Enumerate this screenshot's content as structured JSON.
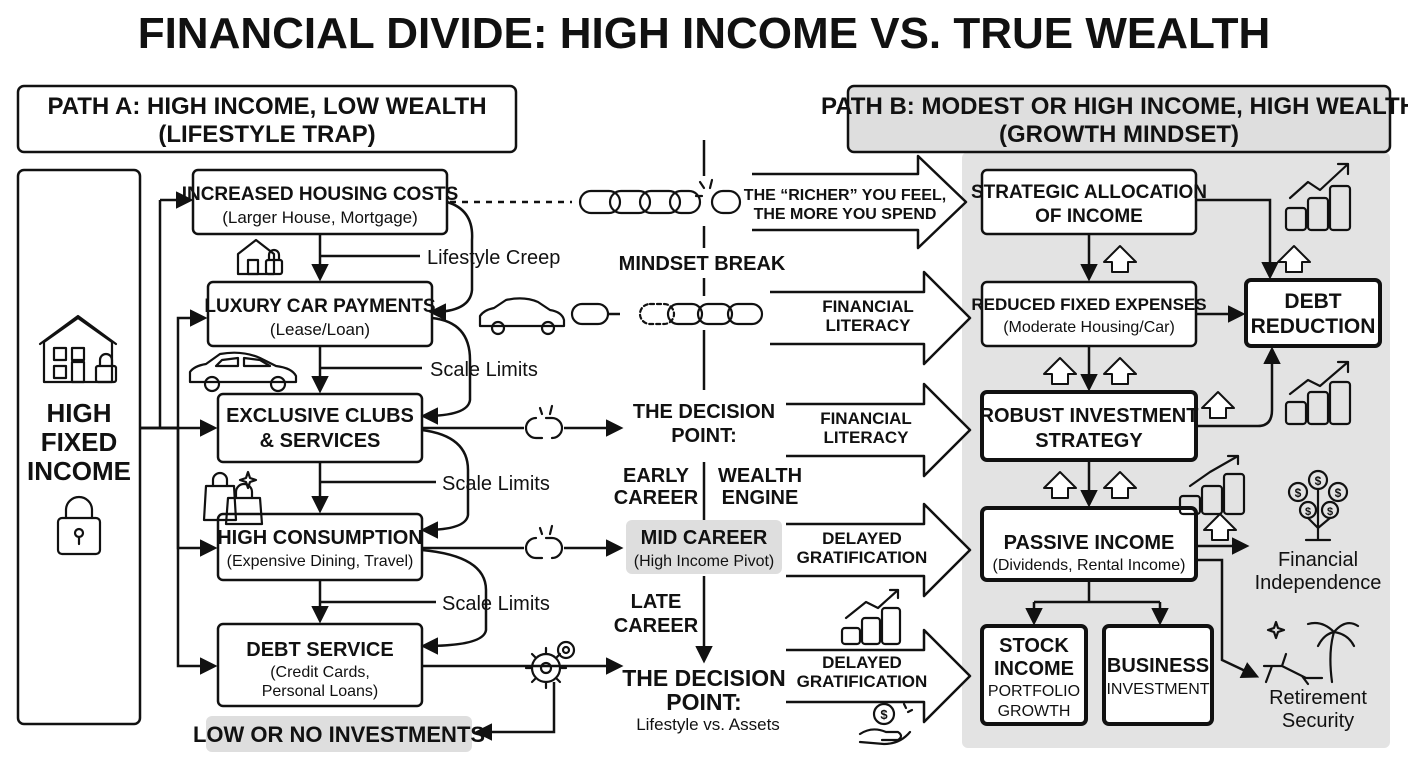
{
  "title": "FINANCIAL DIVIDE: HIGH INCOME VS. TRUE WEALTH",
  "path_a": {
    "header_line1": "PATH A: HIGH INCOME, LOW WEALTH",
    "header_line2": "(LIFESTYLE TRAP)",
    "income_line1": "HIGH",
    "income_line2": "FIXED",
    "income_line3": "INCOME",
    "housing_title": "INCREASED HOUSING COSTS",
    "housing_sub": "(Larger House, Mortgage)",
    "car_title": "LUXURY CAR PAYMENTS",
    "car_sub": "(Lease/Loan)",
    "clubs_line1": "EXCLUSIVE CLUBS",
    "clubs_line2": "& SERVICES",
    "consumption_title": "HIGH CONSUMPTION",
    "consumption_sub": "(Expensive Dining, Travel)",
    "debt_title": "DEBT SERVICE",
    "debt_sub1": "(Credit Cards,",
    "debt_sub2": "Personal Loans)",
    "low_invest": "LOW OR NO INVESTMENTS",
    "lifestyle_creep": "Lifestyle Creep",
    "scale_limits_1": "Scale Limits",
    "scale_limits_2": "Scale Limits",
    "scale_limits_3": "Scale Limits"
  },
  "middle": {
    "richer_line1": "THE “RICHER” YOU FEEL,",
    "richer_line2": "THE MORE YOU SPEND",
    "mindset_break": "MINDSET BREAK",
    "financial_1a": "FINANCIAL",
    "financial_1b": "LITERACY",
    "financial_2a": "FINANCIAL",
    "financial_2b": "LITERACY",
    "decision1_line1": "THE DECISION",
    "decision1_line2": "POINT:",
    "early_line1": "EARLY",
    "early_line2": "CAREER",
    "wealth_line1": "WEALTH",
    "wealth_line2": "ENGINE",
    "mid_title": "MID CAREER",
    "mid_sub": "(High Income Pivot)",
    "delayed_1a": "DELAYED",
    "delayed_1b": "GRATIFICATION",
    "late_line1": "LATE",
    "late_line2": "CAREER",
    "delayed_2a": "DELAYED",
    "delayed_2b": "GRATIFICATION",
    "decision2_line1": "THE DECISION",
    "decision2_line2": "POINT:",
    "decision2_sub": "Lifestyle vs. Assets"
  },
  "path_b": {
    "header_line1": "PATH B: MODEST OR HIGH INCOME, HIGH WEALTH",
    "header_line2": "(GROWTH MINDSET)",
    "strategic_line1": "STRATEGIC ALLOCATION",
    "strategic_line2": "OF INCOME",
    "reduced_title": "REDUCED FIXED EXPENSES",
    "reduced_sub": "(Moderate Housing/Car)",
    "debt_line1": "DEBT",
    "debt_line2": "REDUCTION",
    "robust_line1": "ROBUST INVESTMENT",
    "robust_line2": "STRATEGY",
    "passive_title": "PASSIVE INCOME",
    "passive_sub": "(Dividends, Rental Income)",
    "stock_line1": "STOCK",
    "stock_line2": "INCOME",
    "stock_line3": "PORTFOLIO",
    "stock_line4": "GROWTH",
    "business_line1": "BUSINESS",
    "business_line2": "INVESTMENT",
    "fi_line1": "Financial",
    "fi_line2": "Independence",
    "rs_line1": "Retirement",
    "rs_line2": "Security"
  },
  "colors": {
    "ink": "#111111",
    "panel_gray": "#e3e3e3",
    "label_gray": "#dedede",
    "background": "#ffffff"
  },
  "icons": [
    "house-lock-icon",
    "lock-icon",
    "car-icon",
    "shopping-bags-icon",
    "chain-icon",
    "broken-chain-icon",
    "gear-icon",
    "coin-stack-growth-icon",
    "money-tree-icon",
    "beach-chair-palm-icon",
    "money-hand-icon"
  ]
}
